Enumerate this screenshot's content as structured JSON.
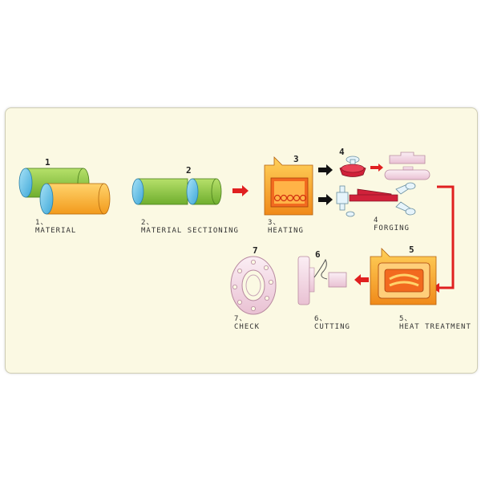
{
  "steps": [
    {
      "number": "1",
      "caption_prefix": "1、",
      "caption": "MATERIAL"
    },
    {
      "number": "2",
      "caption_prefix": "2、",
      "caption": "MATERIAL SECTIONING"
    },
    {
      "number": "3",
      "caption_prefix": "3、",
      "caption": "HEATING"
    },
    {
      "number": "4",
      "caption_prefix": "4",
      "caption": "FORGING"
    },
    {
      "number": "5",
      "caption_prefix": "5、",
      "caption": "HEAT TREATMENT"
    },
    {
      "number": "6",
      "caption_prefix": "6、",
      "caption": "CUTTING"
    },
    {
      "number": "7",
      "caption_prefix": "7、",
      "caption": "CHECK"
    }
  ],
  "colors": {
    "panel": "#fbf9e3",
    "bar_green": "#8dc63f",
    "bar_orange": "#f7b23b",
    "bar_end_blue": "#6ec6ec",
    "furnace": "#f5a623",
    "arrow_red": "#e02020",
    "arrow_black": "#111111",
    "part_pink": "#f5dce8",
    "die_red": "#d0213a"
  }
}
